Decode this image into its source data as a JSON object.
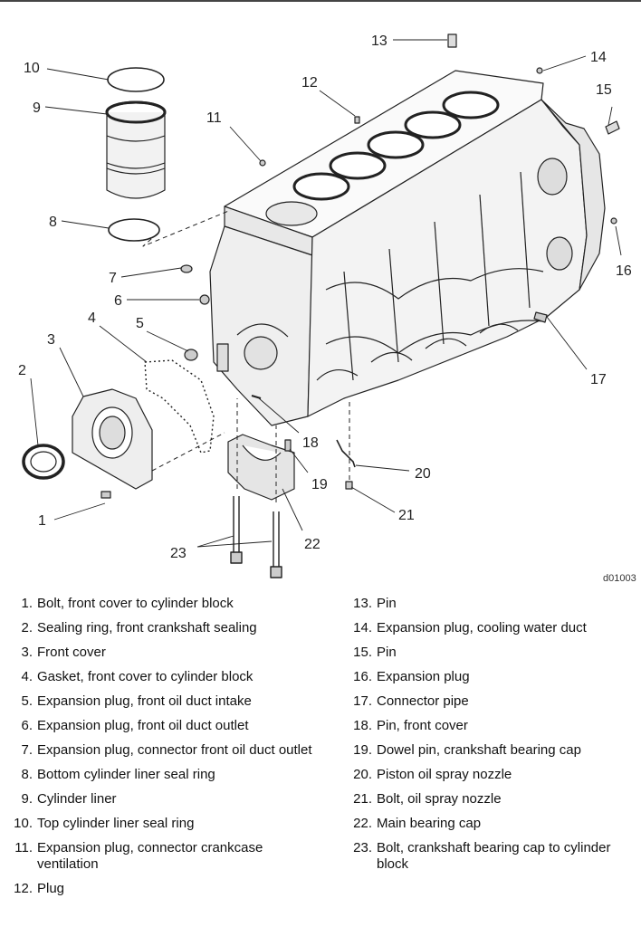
{
  "figure": {
    "ref": "d01003",
    "callouts": [
      "1",
      "2",
      "3",
      "4",
      "5",
      "6",
      "7",
      "8",
      "9",
      "10",
      "11",
      "12",
      "13",
      "14",
      "15",
      "16",
      "17",
      "18",
      "19",
      "20",
      "21",
      "22",
      "23"
    ]
  },
  "legend": [
    {
      "num": "1.",
      "text": "Bolt, front cover to cylinder block"
    },
    {
      "num": "2.",
      "text": "Sealing ring, front crankshaft sealing"
    },
    {
      "num": "3.",
      "text": "Front cover"
    },
    {
      "num": "4.",
      "text": "Gasket, front cover to cylinder block"
    },
    {
      "num": "5.",
      "text": "Expansion plug, front oil duct intake"
    },
    {
      "num": "6.",
      "text": "Expansion plug, front oil duct outlet"
    },
    {
      "num": "7.",
      "text": "Expansion plug, connector front oil duct outlet"
    },
    {
      "num": "8.",
      "text": "Bottom cylinder liner seal ring"
    },
    {
      "num": "9.",
      "text": "Cylinder liner"
    },
    {
      "num": "10.",
      "text": "Top cylinder liner seal ring"
    },
    {
      "num": "11.",
      "text": "Expansion plug, connector crankcase ventilation"
    },
    {
      "num": "12.",
      "text": "Plug"
    },
    {
      "num": "13.",
      "text": "Pin"
    },
    {
      "num": "14.",
      "text": "Expansion plug, cooling water duct"
    },
    {
      "num": "15.",
      "text": "Pin"
    },
    {
      "num": "16.",
      "text": "Expansion plug"
    },
    {
      "num": "17.",
      "text": "Connector pipe"
    },
    {
      "num": "18.",
      "text": "Pin, front cover"
    },
    {
      "num": "19.",
      "text": "Dowel pin, crankshaft bearing cap"
    },
    {
      "num": "20.",
      "text": "Piston oil spray nozzle"
    },
    {
      "num": "21.",
      "text": "Bolt, oil spray nozzle"
    },
    {
      "num": "22.",
      "text": "Main bearing cap"
    },
    {
      "num": "23.",
      "text": "Bolt, crankshaft bearing cap to cylinder block"
    }
  ]
}
